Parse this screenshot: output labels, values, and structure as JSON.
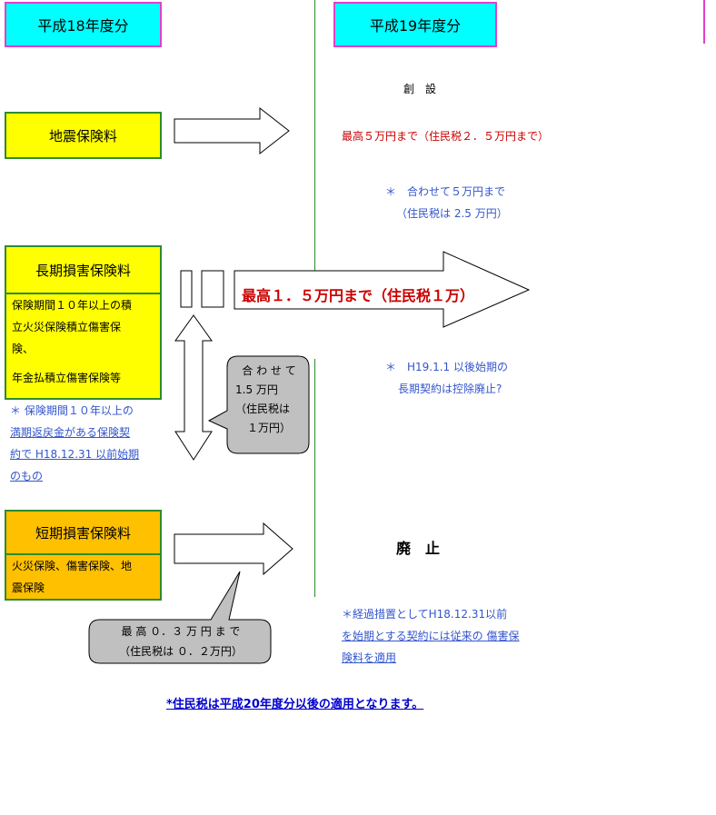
{
  "headers": {
    "left": "平成18年度分",
    "right": "平成19年度分"
  },
  "earthquake": {
    "box_label": "地震保険料",
    "new_label": "創　設",
    "limit": "最高５万円まで（住民税２．５万円まで）",
    "note_line1": "＊　合わせて５万円まで",
    "note_line2": "（住民税は 2.5 万円）"
  },
  "long_term": {
    "box_label": "長期損害保険料",
    "detail_lines": [
      "保険期間１０年以上の積",
      "立火災保険積立傷害保",
      "険、",
      "年金払積立傷害保険等"
    ],
    "note_lines": [
      "＊ 保険期間１０年以上の",
      "満期返戻金がある保険契",
      "約で H18.12.31 以前始期",
      "のもの"
    ],
    "arrow_label": "最高１．５万円まで（住民税１万）",
    "combined_callout": [
      "合 わ せ て",
      "1.5 万円",
      "（住民税は",
      "１万円）"
    ],
    "right_note_line1": "＊　H19.1.1 以後始期の",
    "right_note_line2": "長期契約は控除廃止?"
  },
  "short_term": {
    "box_label": "短期損害保険料",
    "detail_lines": [
      "火災保険、傷害保険、地",
      "震保険"
    ],
    "abolished": "廃　止",
    "callout_lines": [
      "最 高 ０．３ 万 円 ま で",
      "（住民税は ０．２万円）"
    ],
    "note_lines": [
      "＊経過措置としてH18.12.31以前",
      "を始期とする契約には従来の 傷害保",
      "険料を適用"
    ]
  },
  "footer": {
    "note": "*住民税は平成20年度分以後の適用となります。"
  },
  "colors": {
    "header_bg": "#00ffff",
    "header_border": "#e040c8",
    "box_border": "#2e8b2e",
    "yellow": "#ffff00",
    "orange": "#ffc000",
    "callout_gray": "#c0c0c0",
    "note_blue": "#3355cc",
    "limit_red": "#cc0000",
    "footer_blue": "#0000cc"
  }
}
